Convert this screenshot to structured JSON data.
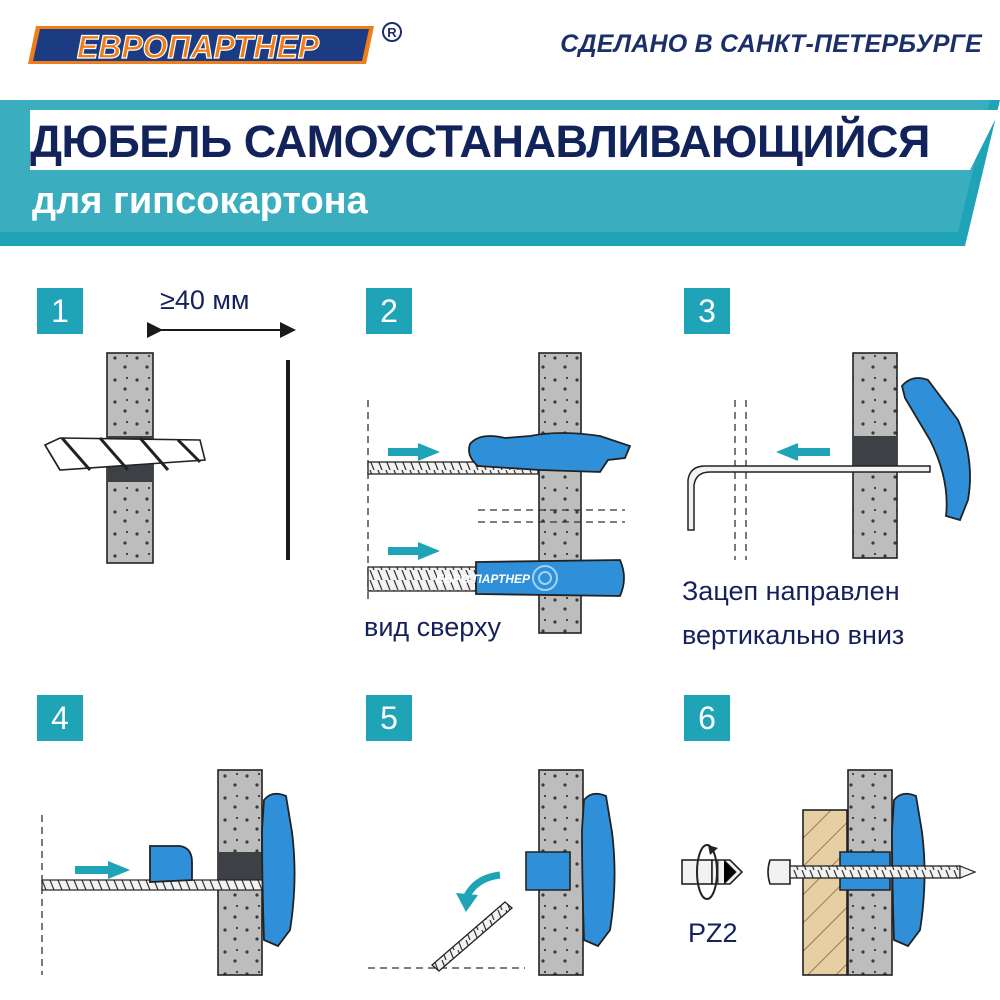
{
  "header": {
    "brand": "ЕВРОПАРТНЕР",
    "registered_mark": "®",
    "made_in": "СДЕЛАНО В САНКТ-ПЕТЕРБУРГЕ"
  },
  "title": {
    "main": "ДЮБЕЛЬ САМОУСТАНАВЛИВАЮЩИЙСЯ",
    "sub": "для гипсокартона"
  },
  "steps": [
    {
      "number": "1",
      "label": "≥40 мм"
    },
    {
      "number": "2",
      "label": "вид сверху",
      "anchor_brand": "ЕВРО  ПАРТНЕР"
    },
    {
      "number": "3",
      "label_line1": "Зацеп направлен",
      "label_line2": "вертикально вниз"
    },
    {
      "number": "4"
    },
    {
      "number": "5"
    },
    {
      "number": "6",
      "label": "PZ2"
    }
  ],
  "colors": {
    "teal": "#1fa3b6",
    "navy": "#14215a",
    "anchor_blue": "#2f8fd8",
    "logo_orange": "#ee7d1a",
    "wall_gray": "#bdbdbd",
    "wood": "#e7cfa4"
  }
}
